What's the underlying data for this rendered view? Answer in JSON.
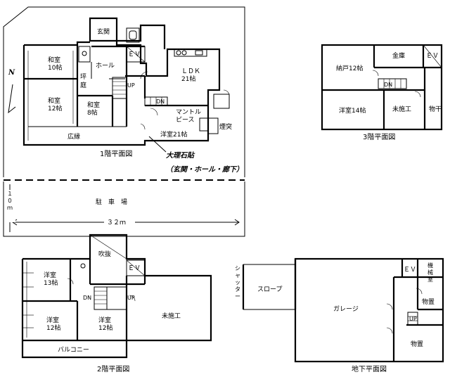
{
  "floor1": {
    "caption": "1階平面図",
    "rooms": {
      "genkan": "玄関",
      "ev": "ＥＶ",
      "hall": "ホール",
      "tsubo": "坪",
      "niwa": "庭",
      "up": "UP",
      "dn": "DN",
      "washitsu10": "和室\n10帖",
      "washitsu12": "和室\n12帖",
      "washitsu8": "和室\n8帖",
      "hiroen": "広縁",
      "ldk": "ＬＤＫ\n21帖",
      "mantle": "マントル\nピース",
      "entotsu": "煙突",
      "yoshitsu21": "洋室21帖"
    },
    "north": "N"
  },
  "annotation": {
    "main": "大理石貼",
    "sub": "（玄関・ホール・廊下）"
  },
  "parking": {
    "label": "駐　車　場",
    "width_label": "３２ｍ",
    "depth_label": "１０ｍ"
  },
  "floor3": {
    "caption": "3階平面図",
    "rooms": {
      "nando": "納戸12帖",
      "kinko": "金庫",
      "ev": "ＥＶ",
      "dn": "DN",
      "yoshitsu14": "洋室14帖",
      "misekou": "未施工",
      "monohoshi": "物干"
    }
  },
  "floor2": {
    "caption": "2階平面図",
    "rooms": {
      "fukinuke": "吹抜",
      "ev": "ＥＶ",
      "yoshitsu13": "洋室\n13帖",
      "dn": "DN",
      "up": "UP",
      "yoshitsu12a": "洋室\n12帖",
      "yoshitsu12b": "洋室\n12帖",
      "misekou": "未施工",
      "balcony": "バルコニー"
    }
  },
  "basement": {
    "caption": "地下平面図",
    "rooms": {
      "shutter": "シャッター",
      "slope": "スロープ",
      "garage": "ガレージ",
      "ev": "ＥＶ",
      "kikai": "機\n械\n室",
      "monooki1": "物置",
      "up": "UP",
      "monooki2": "物置"
    }
  }
}
